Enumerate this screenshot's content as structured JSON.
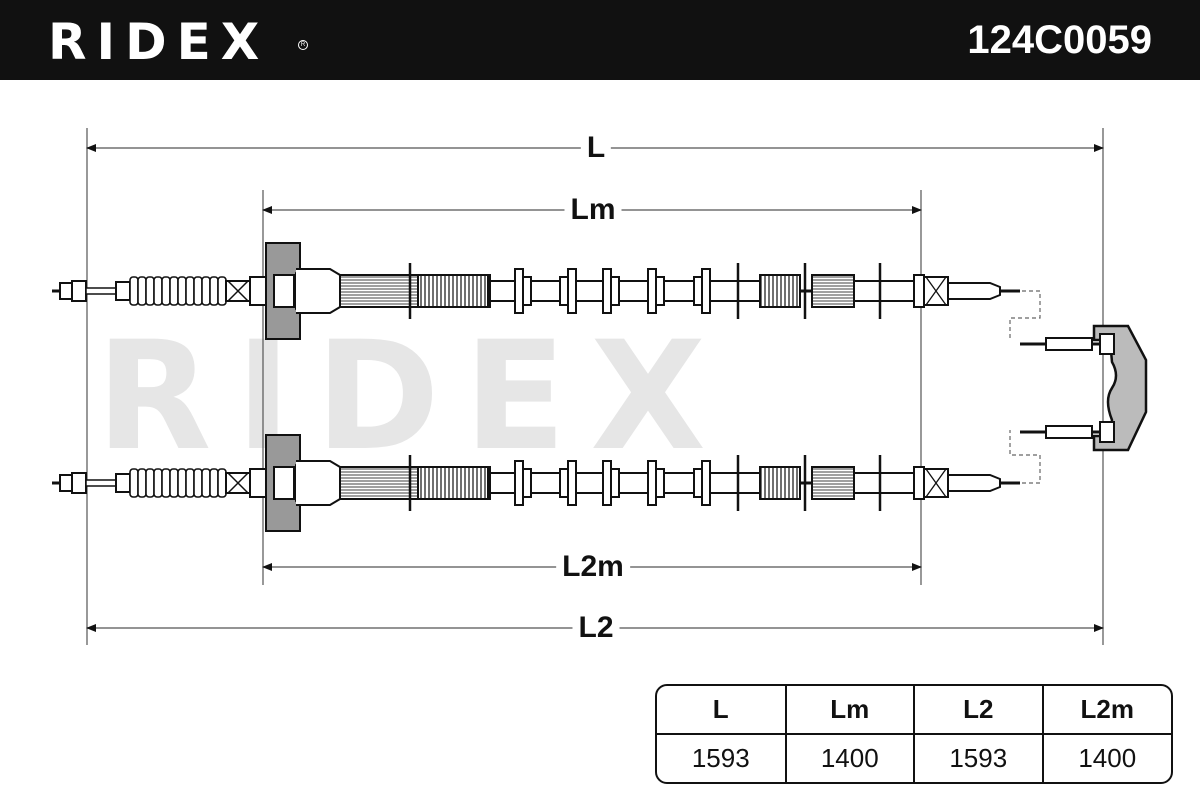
{
  "header": {
    "brand": "RIDEX",
    "part_number": "124C0059"
  },
  "watermark": "RIDEX",
  "dimensions": {
    "L": "L",
    "Lm": "Lm",
    "L2m": "L2m",
    "L2": "L2"
  },
  "spec_table": {
    "headers": [
      "L",
      "Lm",
      "L2",
      "L2m"
    ],
    "values": [
      "1593",
      "1400",
      "1593",
      "1400"
    ]
  },
  "colors": {
    "header_bg": "#111111",
    "line": "#111111",
    "housing_fill": "#999999",
    "watermark": "#e6e6e6"
  }
}
